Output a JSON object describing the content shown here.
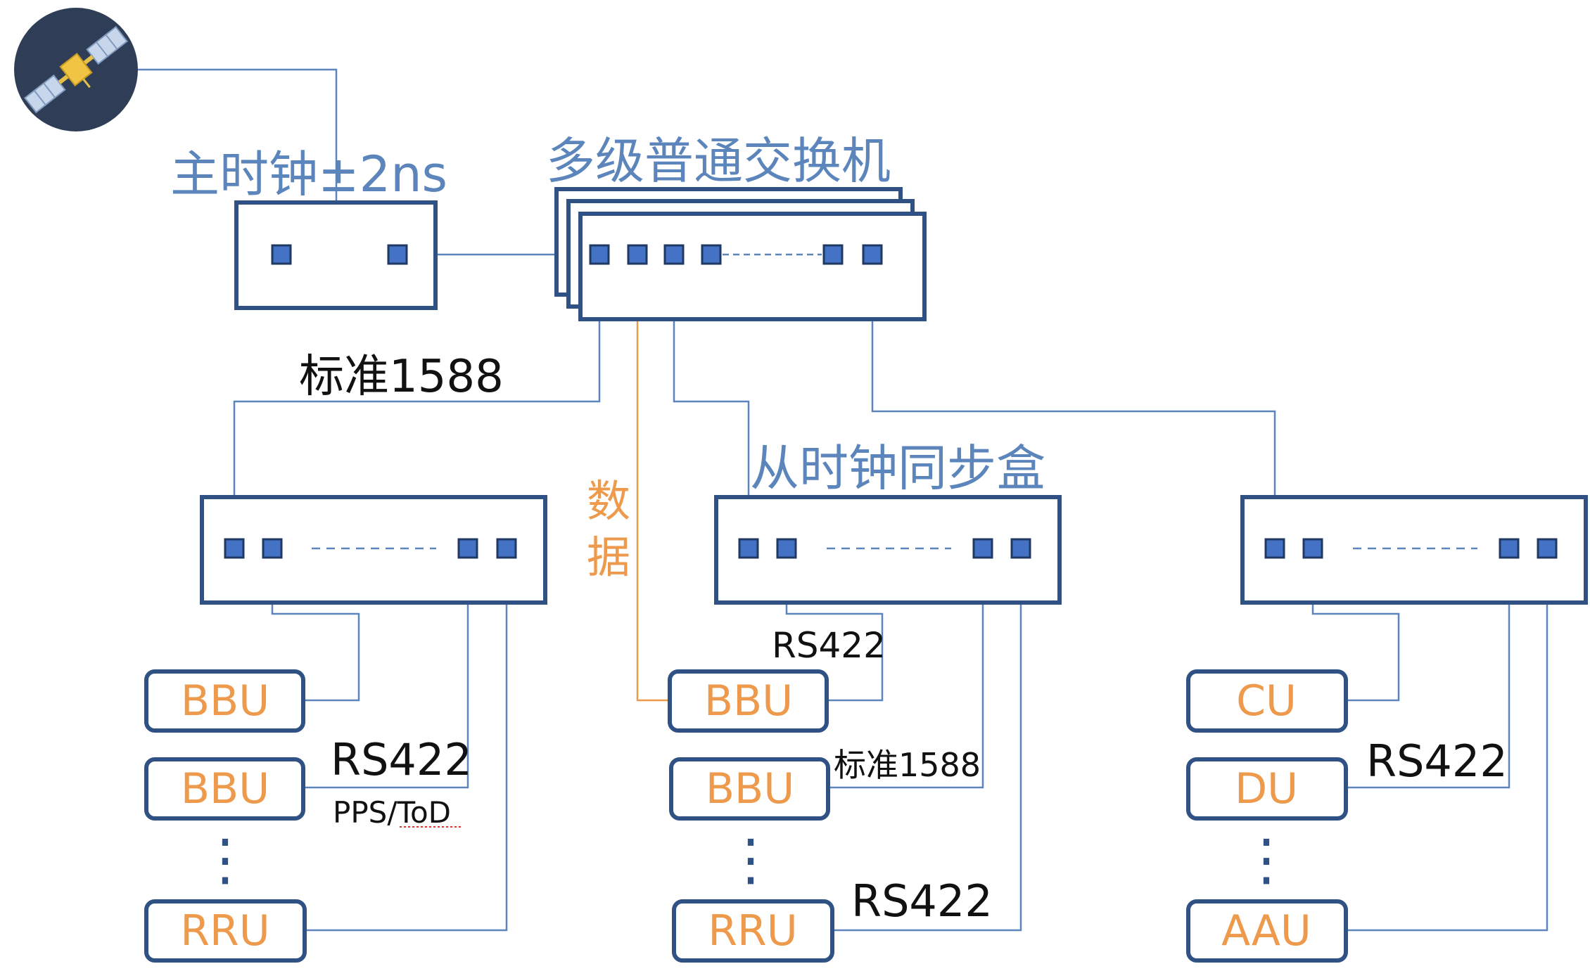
{
  "colors": {
    "box_border": "#2f5184",
    "port_fill": "#4472c4",
    "port_border": "#1f3864",
    "line": "#5b85bb",
    "data_line": "#ee9a4d",
    "label_blue": "#5b85bb",
    "device_text": "#ee9a4d",
    "satellite_bg": "#2f3d57"
  },
  "icons": {
    "satellite": "satellite-icon"
  },
  "labels": {
    "master_clock": "主时钟±2ns",
    "switch": "多级普通交换机",
    "standard_1588_top": "标准1588",
    "slave_sync_box": "从时钟同步盒",
    "data_char1": "数",
    "data_char2": "据",
    "rs422_left": "RS422",
    "pps_tod": "PPS/ToD",
    "rs422_mid_top": "RS422",
    "standard_1588_mid": "标准1588",
    "rs422_mid_bottom": "RS422",
    "rs422_right": "RS422"
  },
  "devices": {
    "left": [
      "BBU",
      "BBU",
      "RRU"
    ],
    "middle": [
      "BBU",
      "BBU",
      "RRU"
    ],
    "right": [
      "CU",
      "DU",
      "AAU"
    ]
  },
  "ellipsis": "⋮"
}
